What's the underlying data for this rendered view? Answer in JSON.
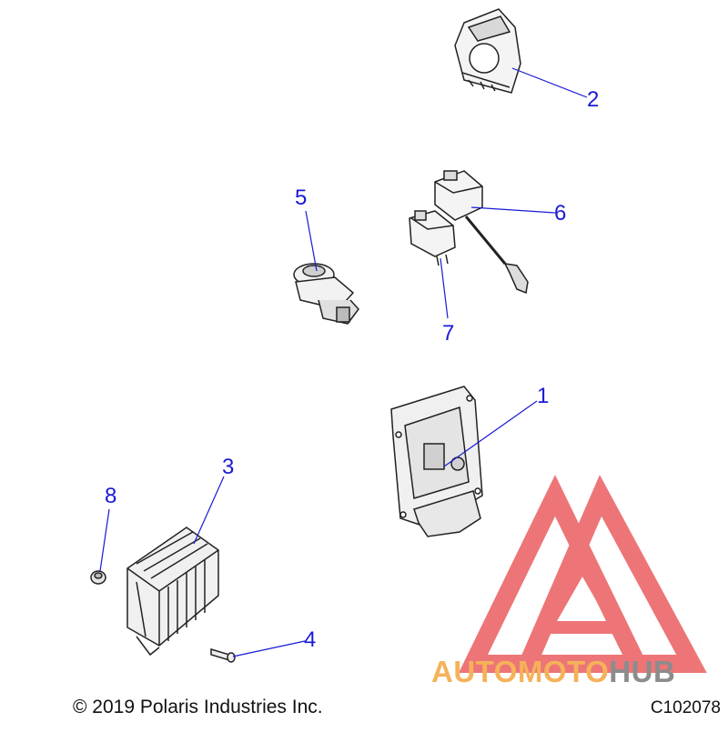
{
  "callouts": [
    {
      "id": "1",
      "label": "1"
    },
    {
      "id": "2",
      "label": "2"
    },
    {
      "id": "3",
      "label": "3"
    },
    {
      "id": "4",
      "label": "4"
    },
    {
      "id": "5",
      "label": "5"
    },
    {
      "id": "6",
      "label": "6"
    },
    {
      "id": "7",
      "label": "7"
    },
    {
      "id": "8",
      "label": "8"
    }
  ],
  "footer": {
    "copyright": "© 2019 Polaris Industries Inc.",
    "diagram_code": "C102078"
  },
  "watermark": {
    "word_a": "AUTOMOTO",
    "word_b": "HUB",
    "color_a": "#f5b25a",
    "color_b": "#8c8c8c",
    "logo_color": "#e8484a"
  },
  "colors": {
    "callout": "#1a1ad6",
    "line": "#1a1ad6",
    "part_stroke": "#222222"
  }
}
